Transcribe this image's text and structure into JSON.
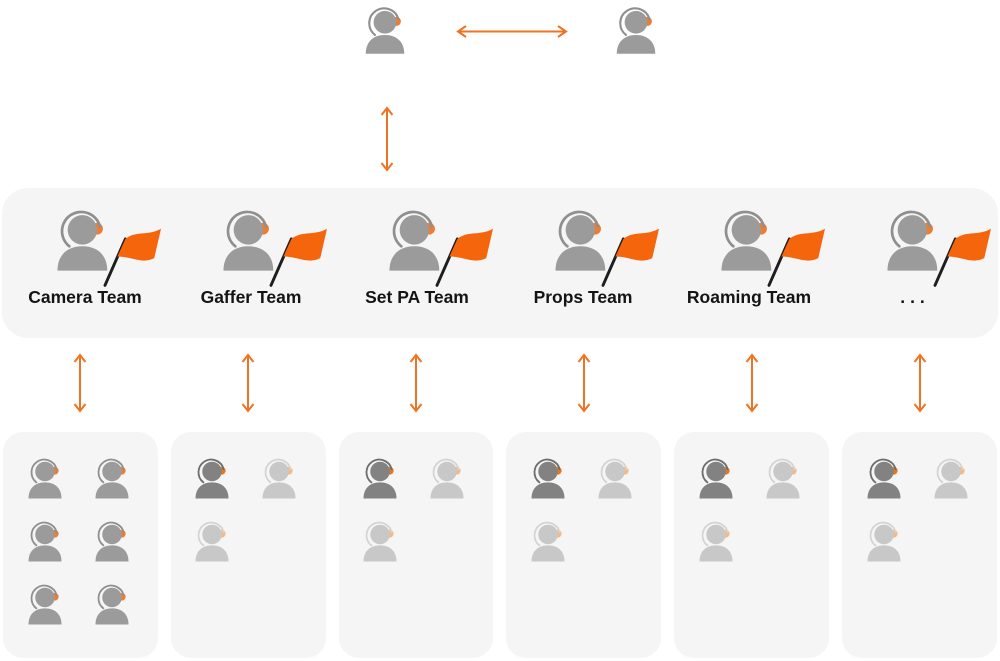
{
  "colors": {
    "page_bg": "#ffffff",
    "panel_bg": "#f5f5f6",
    "arrow": "#EE7322",
    "label_text": "#141415",
    "flag": "#F4650C",
    "flag_pole": "#1E1E20",
    "person_variants": {
      "normal": {
        "body": "#9B9B9B",
        "strap": "#8F8F8F",
        "ear": "#ED7D31"
      },
      "dark": {
        "body": "#828282",
        "strap": "#6C6C6C",
        "ear": "#E8761F"
      },
      "faded": {
        "body": "#C8C8C8",
        "strap": "#D4D4D4",
        "ear": "#F2BA88"
      }
    }
  },
  "icons": {
    "person": "headset-person",
    "team_lead": "headset-person-with-flag",
    "link": "two-way-arrow"
  },
  "top_level": {
    "person_count": 2,
    "left_icon": "headset-person",
    "right_icon": "headset-person"
  },
  "teams": [
    {
      "label": "Camera Team",
      "members": [
        "normal",
        "normal",
        "normal",
        "normal",
        "normal",
        "normal"
      ]
    },
    {
      "label": "Gaffer Team",
      "members": [
        "dark",
        "faded",
        "faded"
      ]
    },
    {
      "label": "Set PA Team",
      "members": [
        "dark",
        "faded",
        "faded"
      ]
    },
    {
      "label": "Props Team",
      "members": [
        "dark",
        "faded",
        "faded"
      ]
    },
    {
      "label": "Roaming Team",
      "members": [
        "dark",
        "faded",
        "faded"
      ]
    },
    {
      "label": "...",
      "members": [
        "dark",
        "faded",
        "faded"
      ]
    }
  ]
}
